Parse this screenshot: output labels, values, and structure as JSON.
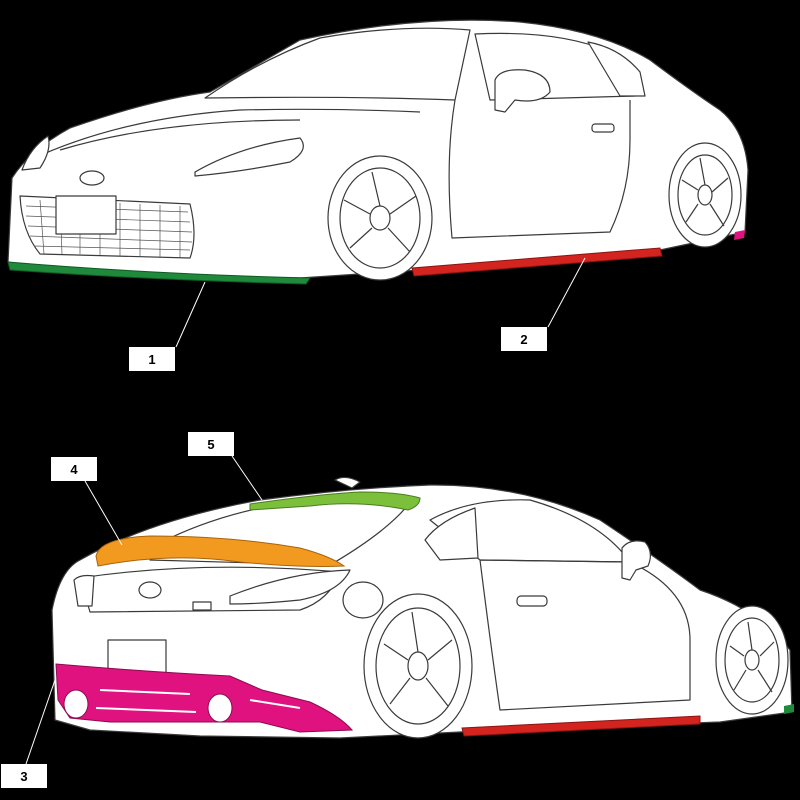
{
  "callouts": [
    {
      "id": "1",
      "label": "1",
      "color": "#1f8a3b"
    },
    {
      "id": "2",
      "label": "2",
      "color": "#d3241f"
    },
    {
      "id": "3",
      "label": "3",
      "color": "#e0127f"
    },
    {
      "id": "4",
      "label": "4",
      "color": "#f29a1f"
    },
    {
      "id": "5",
      "label": "5",
      "color": "#7bbf3a"
    }
  ],
  "colors": {
    "background": "#000000",
    "car_body": "#ffffff",
    "outline": "#3a3a3a"
  }
}
